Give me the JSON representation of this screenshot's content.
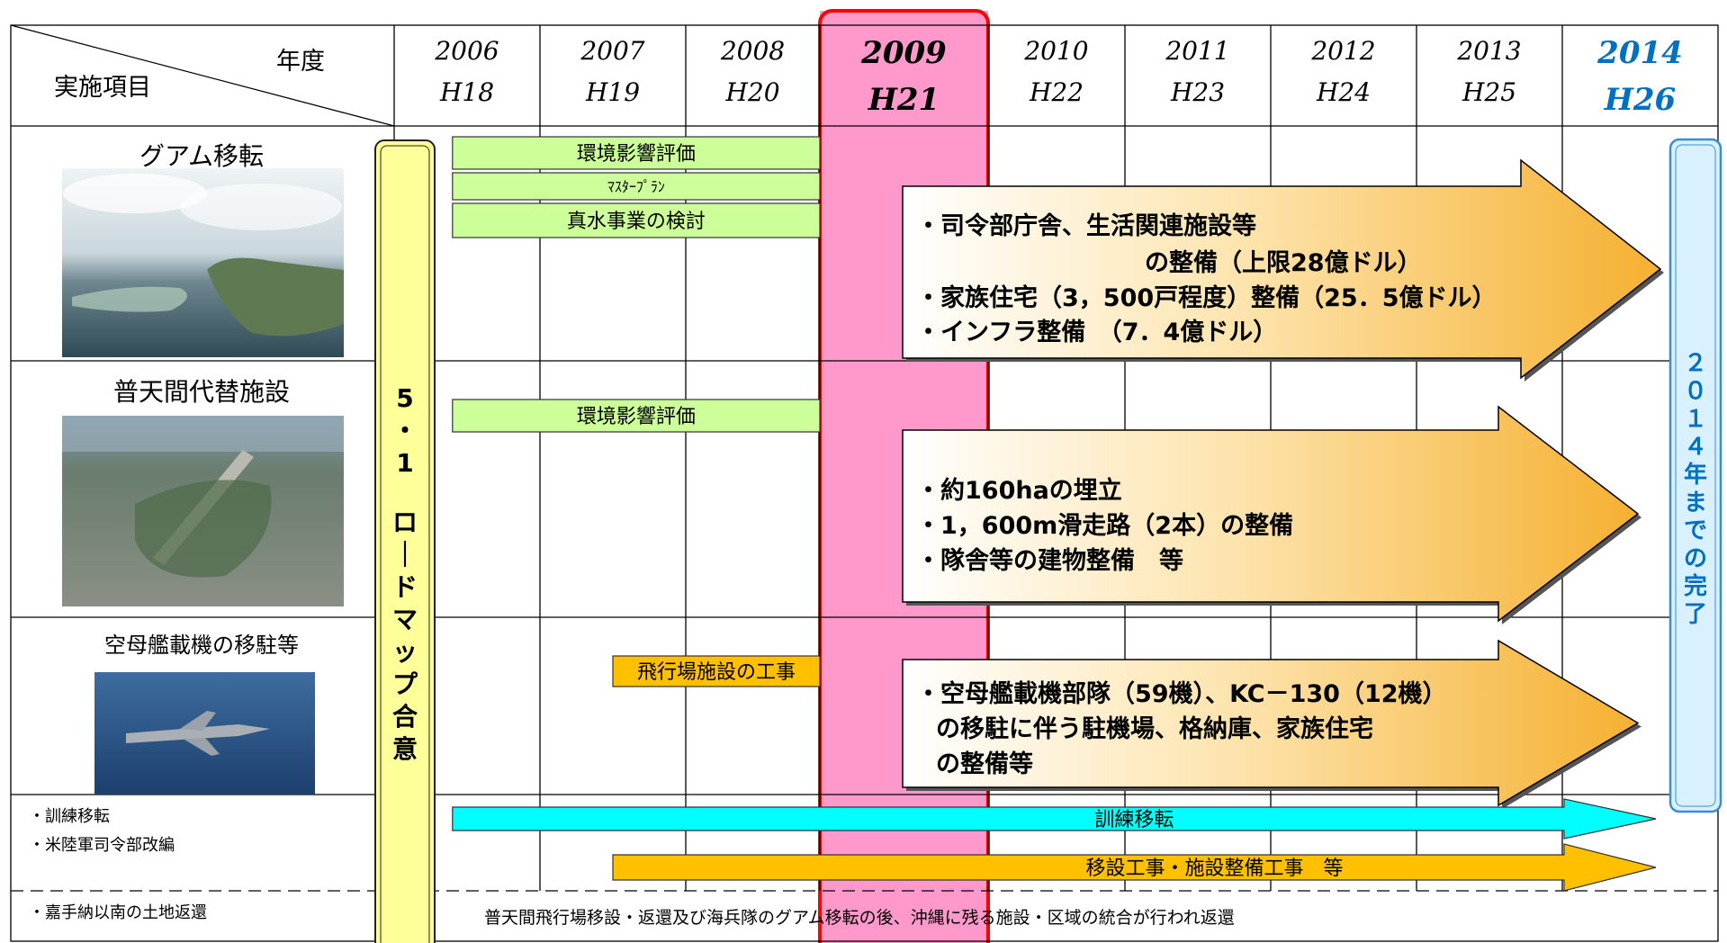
{
  "chart_data": {
    "type": "table",
    "header": {
      "corner_top": "年度",
      "corner_bottom": "実施項目",
      "years": [
        {
          "year": "2006",
          "era": "H18",
          "highlight": false
        },
        {
          "year": "2007",
          "era": "H19",
          "highlight": false
        },
        {
          "year": "2008",
          "era": "H20",
          "highlight": false
        },
        {
          "year": "2009",
          "era": "H21",
          "highlight": true
        },
        {
          "year": "2010",
          "era": "H22",
          "highlight": false
        },
        {
          "year": "2011",
          "era": "H23",
          "highlight": false
        },
        {
          "year": "2012",
          "era": "H24",
          "highlight": false
        },
        {
          "year": "2013",
          "era": "H25",
          "highlight": false
        },
        {
          "year": "2014",
          "era": "H26",
          "target": true
        }
      ]
    },
    "rows": [
      {
        "label": "グアム移転",
        "image": "guam-coastline-aerial-photo",
        "bars": [
          {
            "label": "環境影響評価",
            "start": 2006.4,
            "end": 2009.0
          },
          {
            "label": "ﾏｽﾀｰﾌﾟﾗﾝ",
            "start": 2006.4,
            "end": 2009.0
          },
          {
            "label": "真水事業の検討",
            "start": 2006.4,
            "end": 2009.0
          }
        ],
        "arrow_lines": [
          "・司令部庁舎、生活関連施設等",
          "の整備（上限28億ドル）",
          "・家族住宅（3，500戸程度）整備（25．5億ドル）",
          "・インフラ整備　（7．4億ドル）"
        ]
      },
      {
        "label": "普天間代替施設",
        "image": "futenma-airbase-aerial-photo",
        "bars": [
          {
            "label": "環境影響評価",
            "start": 2006.4,
            "end": 2009.0
          }
        ],
        "arrow_lines": [
          "・約160haの埋立",
          "・1，600m滑走路（2本）の整備",
          "・隊舎等の建物整備　等"
        ]
      },
      {
        "label": "空母艦載機の移駐等",
        "image": "carrier-jet-photo",
        "bars": [
          {
            "label": "飛行場施設の工事",
            "start": 2007.5,
            "end": 2009.0
          }
        ],
        "arrow_lines": [
          "・空母艦載機部隊（59機）、KC－130（12機）",
          "の移駐に伴う駐機場、格納庫、家族住宅",
          "の整備等"
        ]
      }
    ],
    "misc_rows": {
      "labels": [
        "・訓練移転",
        "・米陸軍司令部改編"
      ],
      "arrows": [
        {
          "label": "訓練移転",
          "start": 2006.4,
          "end": 2014.7,
          "color": "#00ffff"
        },
        {
          "label": "移設工事・施設整備工事　等",
          "start": 2007.5,
          "end": 2014.7,
          "color": "#ffc000"
        }
      ]
    },
    "last_row": {
      "label": "・嘉手納以南の土地返還",
      "note": "普天間飛行場移設・返還及び海兵隊のグアム移転の後、沖縄に残る施設・区域の統合が行われ返還"
    },
    "roadmap_label": "5・1　ロードマップ合意",
    "completion_label": "２０１４年までの完了",
    "colors": {
      "bar_green": "#ccff99",
      "bar_orange": "#ffc000",
      "highlight_pink": "#ff99cc",
      "highlight_border": "#ff0000",
      "roadmap_fill": "#ffff99",
      "completion_fill": "#d9f1ff",
      "completion_text": "#0070c0",
      "arrow_orange": "#f5b52e",
      "training_cyan": "#00ffff",
      "year_2014": "#0070c0"
    }
  }
}
